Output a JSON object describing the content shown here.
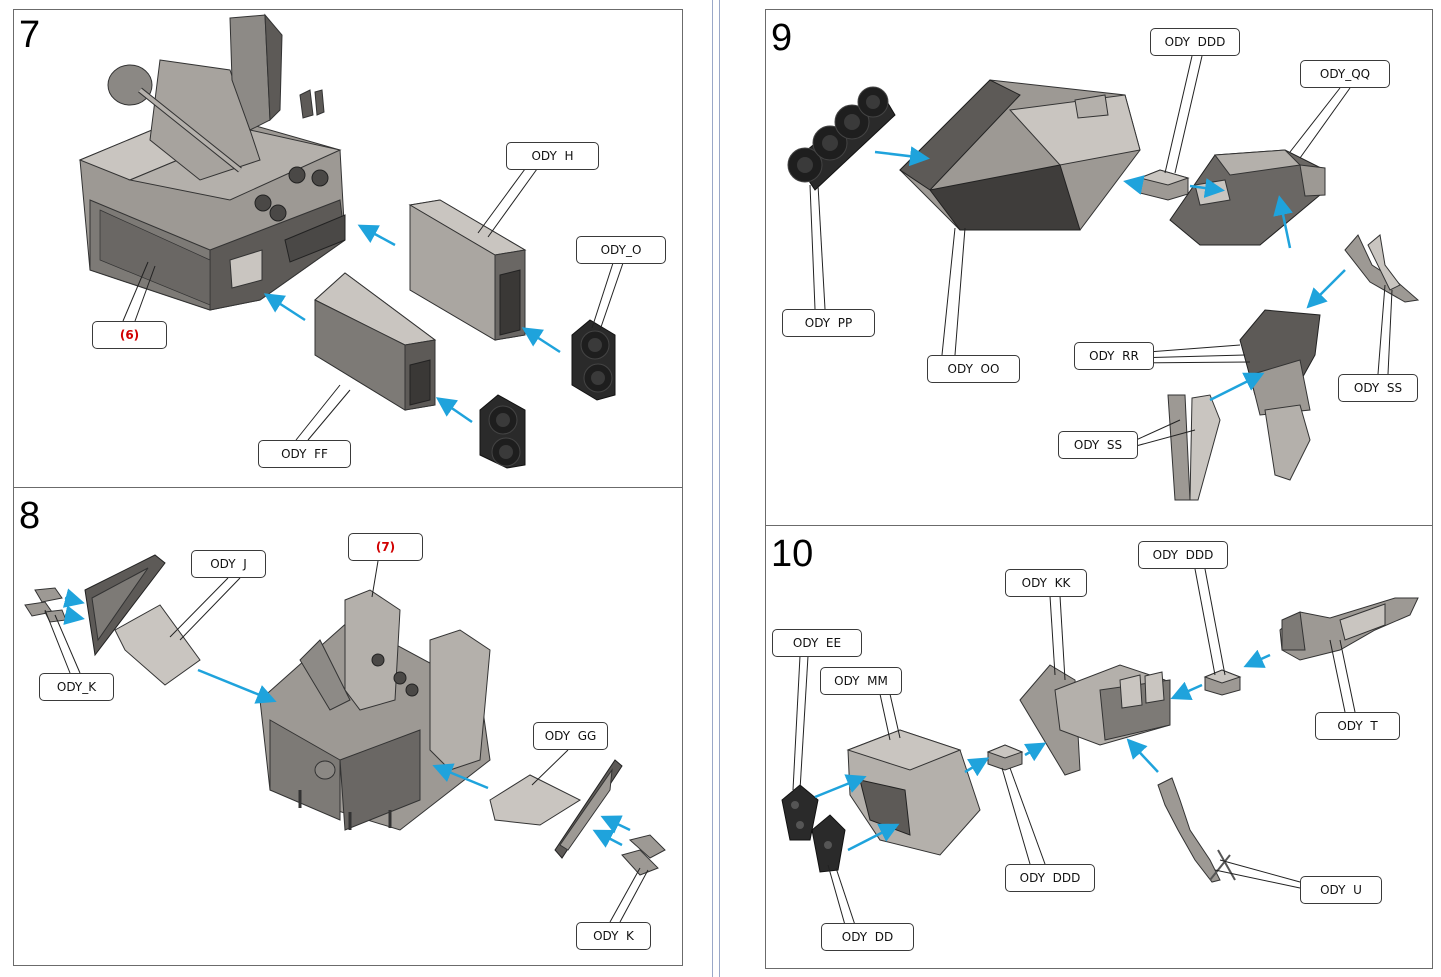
{
  "steps": [
    {
      "number": "7"
    },
    {
      "number": "8"
    },
    {
      "number": "9"
    },
    {
      "number": "10"
    }
  ],
  "callouts": {
    "s7": [
      "ODY  H",
      "ODY_O",
      "(6)",
      "ODY  FF"
    ],
    "s8": [
      "(7)",
      "ODY  J",
      "ODY_K",
      "ODY  GG",
      "ODY  K"
    ],
    "s9": [
      "ODY  DDD",
      "ODY_QQ",
      "ODY  PP",
      "ODY  OO",
      "ODY  RR",
      "ODY  SS",
      "ODY  SS"
    ],
    "s10": [
      "ODY  DDD",
      "ODY  KK",
      "ODY  EE",
      "ODY  MM",
      "ODY  T",
      "ODY  DDD",
      "ODY  U",
      "ODY  DD"
    ]
  },
  "colors": {
    "arrow": "#1fa3dc",
    "part_light": "#c9c5c0",
    "part_mid": "#9d9994",
    "part_dark": "#4a4846",
    "part_black": "#1e1e1e",
    "reference_label": "#d10000",
    "frame": "#6b6b6b"
  }
}
